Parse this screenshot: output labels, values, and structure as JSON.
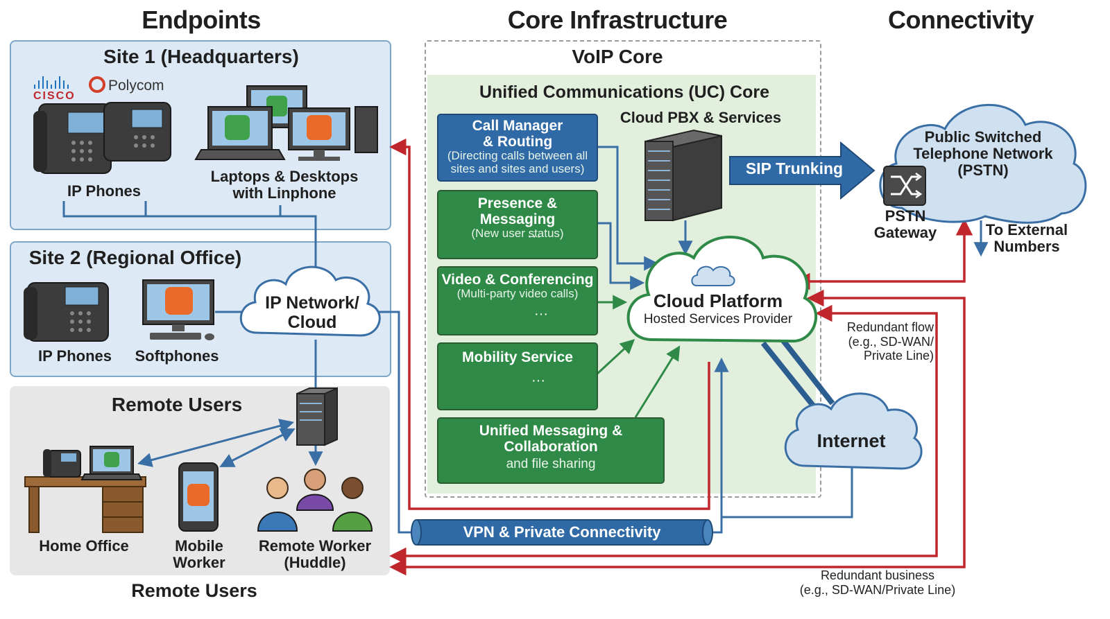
{
  "columns": {
    "endpoints": "Endpoints",
    "core": "Core Infrastructure",
    "connectivity": "Connectivity"
  },
  "site1": {
    "title": "Site 1 (Headquarters)",
    "brand_cisco": "cisco",
    "brand_polycom": "Polycom",
    "ip_phones": "IP Phones",
    "laptops_line1": "Laptops & Desktops",
    "laptops_line2": "with Linphone"
  },
  "site2": {
    "title": "Site 2 (Regional Office)",
    "ip_phones": "IP Phones",
    "softphones": "Softphones"
  },
  "ip_network": {
    "line1": "IP Network/",
    "line2": "Cloud"
  },
  "remote": {
    "title": "Remote Users",
    "home_office": "Home Office",
    "mobile_line1": "Mobile",
    "mobile_line2": "Worker",
    "huddle_line1": "Remote Worker",
    "huddle_line2": "(Huddle)",
    "bottom_label": "Remote Users"
  },
  "voip_core": {
    "title": "VoIP Core",
    "uc_title": "Unified Communications (UC) Core",
    "cloud_pbx": "Cloud PBX & Services"
  },
  "services": {
    "call_manager": {
      "title1": "Call Manager",
      "title2": "& Routing",
      "sub1": "(Directing calls between all",
      "sub2": "sites and sites and users)"
    },
    "presence": {
      "title": "Presence & Messaging",
      "sub": "(New user status)"
    },
    "video": {
      "title": "Video & Conferencing",
      "sub": "(Multi-party video calls)"
    },
    "mobility": {
      "title": "Mobility Service"
    },
    "unified_messaging": {
      "title1": "Unified Messaging &",
      "title2": "Collaboration",
      "sub": "and file sharing"
    }
  },
  "sip_trunking": "SIP Trunking",
  "cloud_platform": {
    "title": "Cloud Platform",
    "sub": "Hosted Services Provider"
  },
  "pstn": {
    "line1": "Public Switched",
    "line2": "Telephone Network",
    "line3": "(PSTN)"
  },
  "pstn_gateway": {
    "line1": "PSTN",
    "line2": "Gateway"
  },
  "external": {
    "line1": "To External",
    "line2": "Numbers"
  },
  "redundant_flow": {
    "line1": "Redundant flow",
    "line2": "(e.g., SD-WAN/",
    "line3": "Private Line)"
  },
  "internet": "Internet",
  "vpn": "VPN & Private Connectivity",
  "redundant_business": {
    "line1": "Redundant business",
    "line2": "(e.g., SD-WAN/Private Line)"
  },
  "colors": {
    "green": "#2f8a47",
    "blue": "#2f6aa6",
    "red": "#c0272d",
    "line_blue": "#3a6fa5",
    "cloud": "#cfe1f1"
  },
  "icons": [
    "phone-icon",
    "laptop-icon",
    "desktop-icon",
    "server-icon",
    "cloud-icon",
    "shuffle-icon",
    "people-icon",
    "envelope-icon",
    "folder-icon",
    "smartphone-icon",
    "desk-icon",
    "video-camera-icon"
  ]
}
